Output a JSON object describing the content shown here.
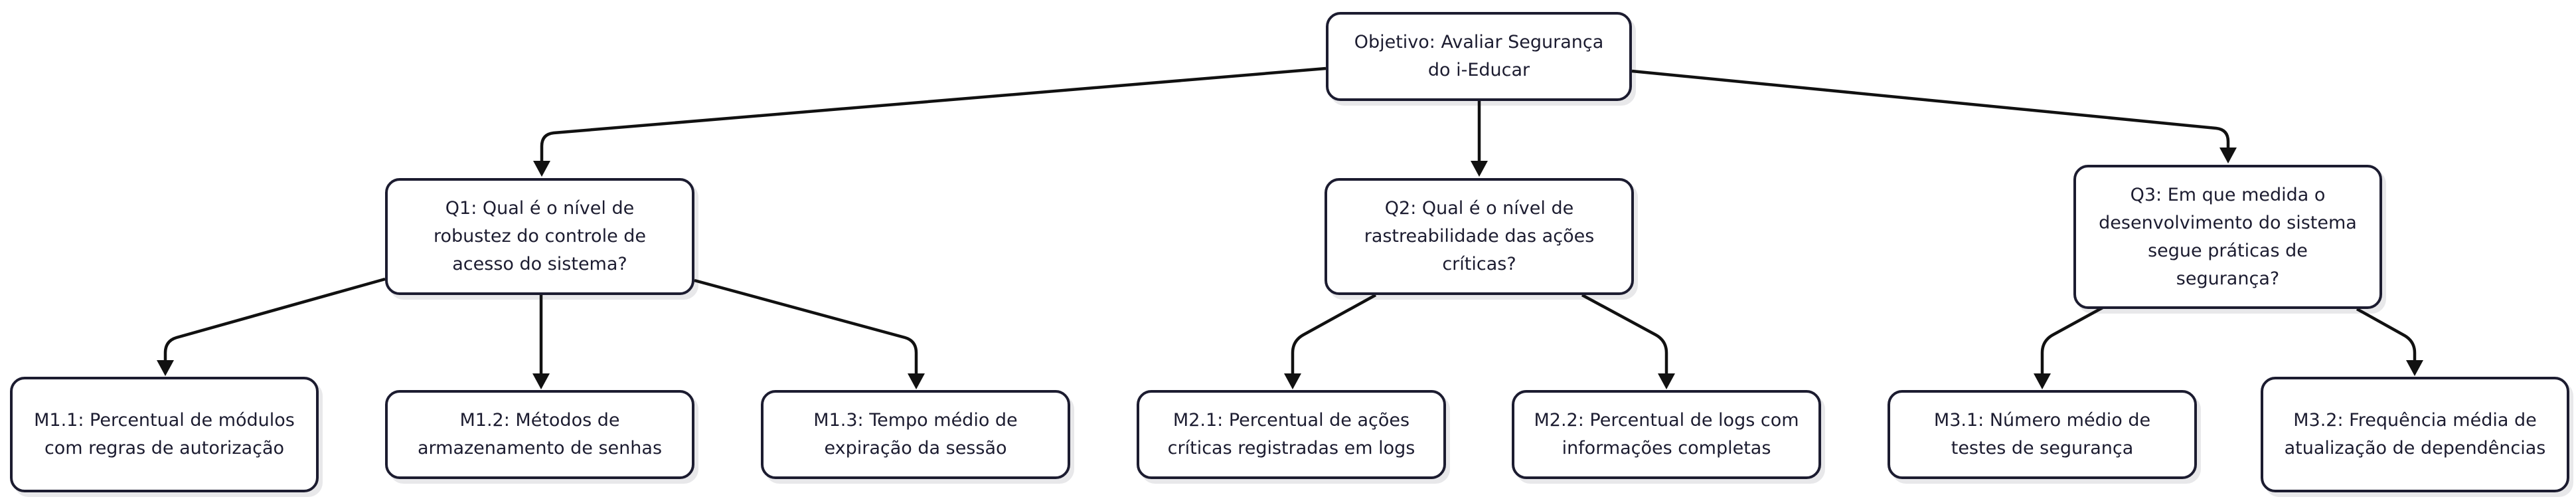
{
  "colors": {
    "stroke": "#1c1c30",
    "edge": "#111111",
    "background": "#ffffff"
  },
  "goal": {
    "text": "Objetivo: Avaliar Segurança do i-Educar"
  },
  "questions": [
    {
      "id": "Q1",
      "text": "Q1: Qual é o nível de robustez do controle de acesso do sistema?"
    },
    {
      "id": "Q2",
      "text": "Q2: Qual é o nível de rastreabilidade das ações críticas?"
    },
    {
      "id": "Q3",
      "text": "Q3: Em que medida o desenvolvimento do sistema segue práticas de segurança?"
    }
  ],
  "metrics": [
    {
      "id": "M1.1",
      "question": "Q1",
      "text": "M1.1: Percentual de módulos com regras de autorização"
    },
    {
      "id": "M1.2",
      "question": "Q1",
      "text": "M1.2: Métodos de armazenamento de senhas"
    },
    {
      "id": "M1.3",
      "question": "Q1",
      "text": "M1.3: Tempo médio de expiração da sessão"
    },
    {
      "id": "M2.1",
      "question": "Q2",
      "text": "M2.1: Percentual de ações críticas registradas em logs"
    },
    {
      "id": "M2.2",
      "question": "Q2",
      "text": "M2.2: Percentual de logs com informações completas"
    },
    {
      "id": "M3.1",
      "question": "Q3",
      "text": "M3.1: Número médio de testes de segurança"
    },
    {
      "id": "M3.2",
      "question": "Q3",
      "text": "M3.2: Frequência média de atualização de dependências"
    }
  ]
}
